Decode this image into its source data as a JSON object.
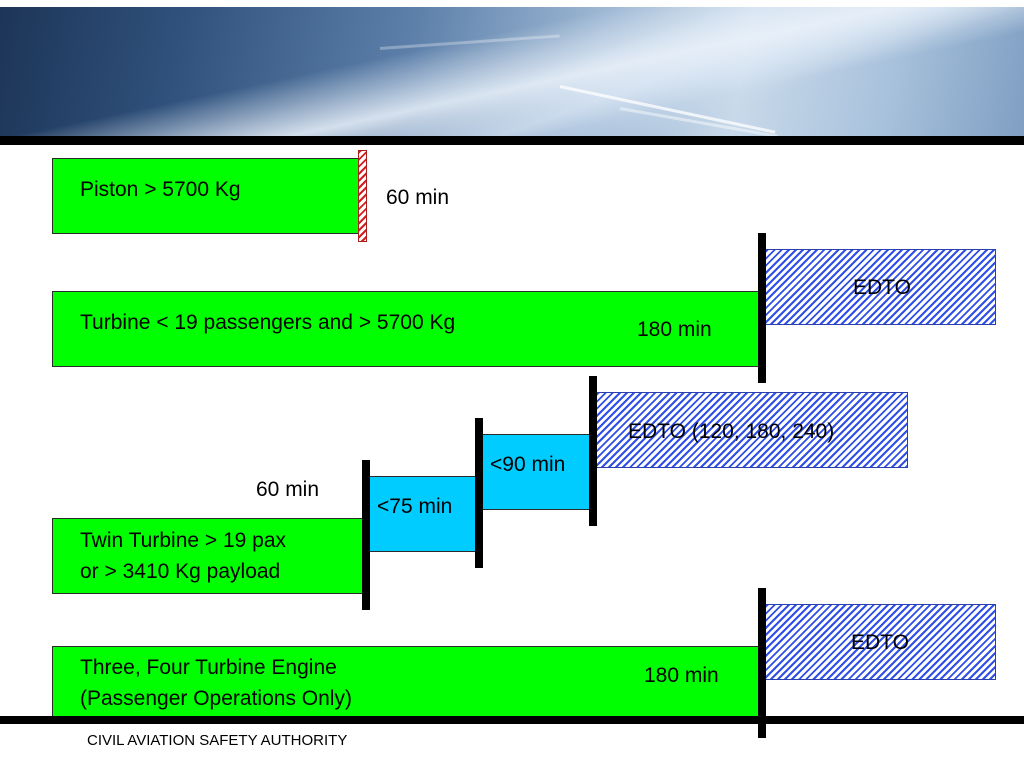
{
  "rows": {
    "piston": {
      "label": "Piston > 5700 Kg",
      "time": "60 min"
    },
    "turbine": {
      "label": "Turbine < 19 passengers and > 5700 Kg",
      "time": "180 min",
      "edto": "EDTO"
    },
    "twin": {
      "label_line1": "Twin Turbine > 19 pax",
      "label_line2": "or > 3410 Kg payload",
      "time": "60 min",
      "step1": "<75 min",
      "step2": "<90 min",
      "edto": "EDTO (120, 180, 240)"
    },
    "multi": {
      "label_line1": "Three, Four Turbine Engine",
      "label_line2": "(Passenger Operations Only)",
      "time": "180 min",
      "edto": "EDTO"
    }
  },
  "footer": "CIVIL AVIATION SAFETY AUTHORITY",
  "colors": {
    "green": "#00ff00",
    "cyan": "#00ccff",
    "edto_hatch": "#2f4fe6",
    "limit_hatch": "#d12020"
  }
}
